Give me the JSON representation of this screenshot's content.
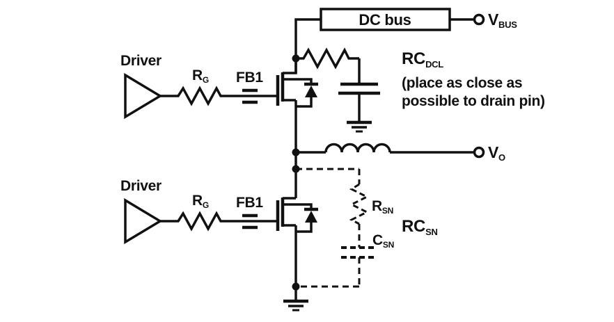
{
  "colors": {
    "ink": "#111111",
    "background": "#ffffff"
  },
  "bus": {
    "label": "DC bus"
  },
  "terminals": {
    "vbus": {
      "base": "V",
      "sub": "BUS"
    },
    "vout": {
      "base": "V",
      "sub": "O"
    }
  },
  "high_side": {
    "driver_label": "Driver",
    "gate_resistor": {
      "base": "R",
      "sub": "G"
    },
    "ferrite_bead_label": "FB1"
  },
  "low_side": {
    "driver_label": "Driver",
    "gate_resistor": {
      "base": "R",
      "sub": "G"
    },
    "ferrite_bead_label": "FB1"
  },
  "dcl_snubber": {
    "name": {
      "base": "RC",
      "sub": "DCL"
    },
    "note_line1": "(place as close as",
    "note_line2": "possible to drain pin)"
  },
  "sn_snubber": {
    "name": {
      "base": "RC",
      "sub": "SN"
    },
    "resistor": {
      "base": "R",
      "sub": "SN"
    },
    "capacitor": {
      "base": "C",
      "sub": "SN"
    }
  }
}
